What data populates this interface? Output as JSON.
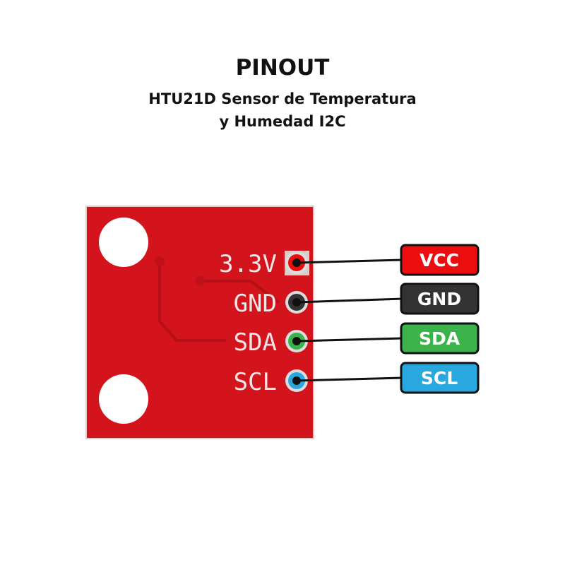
{
  "header": {
    "title": "PINOUT",
    "subtitle_line1": "HTU21D Sensor de Temperatura",
    "subtitle_line2": "y Humedad I2C"
  },
  "board": {
    "silkscreen": [
      "3.3V",
      "GND",
      "SDA",
      "SCL"
    ],
    "color": "#d3141d"
  },
  "pins": [
    {
      "label": "VCC",
      "color": "#ec0e0e"
    },
    {
      "label": "GND",
      "color": "#333333"
    },
    {
      "label": "SDA",
      "color": "#3bb34a"
    },
    {
      "label": "SCL",
      "color": "#29a8e0"
    }
  ]
}
